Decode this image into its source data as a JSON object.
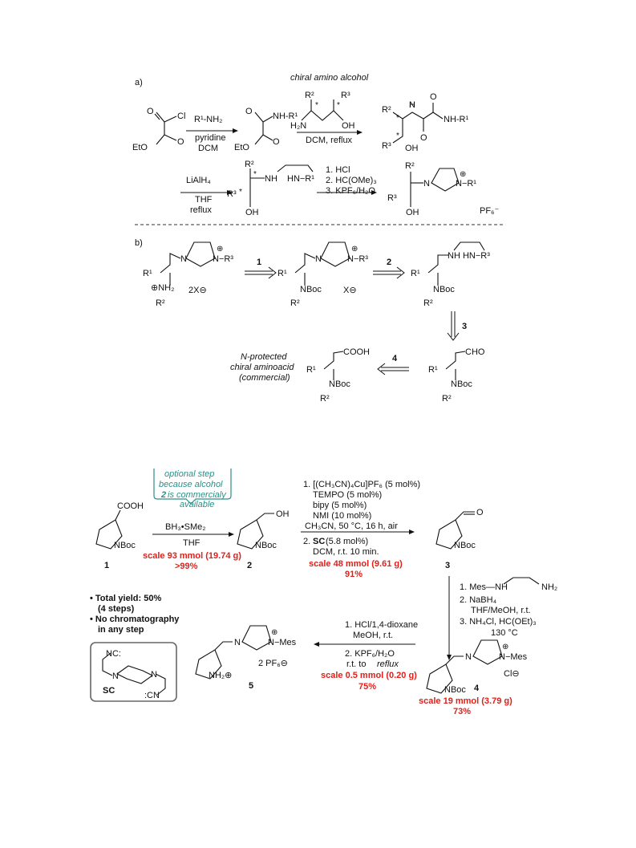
{
  "panel_a": {
    "label": "a)",
    "header": "chiral amino alcohol",
    "r1nh2": "R¹-NH₂",
    "pyridine": "pyridine",
    "dcm": "DCM",
    "cl": "Cl",
    "eto": "EtO",
    "nhr1": "NH-R¹",
    "h2n": "H₂N",
    "oh": "OH",
    "r2": "R²",
    "r3": "R³",
    "dcm_reflux": "DCM, reflux",
    "h": "H",
    "lialh4": "LiAlH₄",
    "thf": "THF",
    "reflux": "reflux",
    "nh": "NH",
    "hnr1": "HN−R¹",
    "step1": "1. HCl",
    "step2": "2. HC(OMe)₃",
    "step3": "3. KPF₆/H₂O",
    "nr1plus": "N−R¹",
    "n": "N",
    "pf6": "PF₆⁻"
  },
  "panel_b": {
    "label": "b)",
    "r1": "R¹",
    "r2": "R²",
    "r3": "N−R³",
    "nh2": "⊕NH₂",
    "x2": "2X⊖",
    "x": "X⊖",
    "nboc": "NBoc",
    "arrow1": "1",
    "arrow2": "2",
    "arrow3": "3",
    "arrow4": "4",
    "nh_hn": "NH  HN−R³",
    "cho": "CHO",
    "cooh": "COOH",
    "note1": "N-protected",
    "note2": "chiral aminoacid",
    "note3": "(commercial)"
  },
  "scheme": {
    "optional1": "optional step",
    "optional2": "because alcohol",
    "optional3": "2",
    "optional3b": " is commercialy",
    "optional4": "available",
    "cooh": "COOH",
    "nboc": "NBoc",
    "c1": "1",
    "bh3": "BH₃•SMe₂",
    "thf": "THF",
    "scale1": "scale 93 mmol (19.74 g)",
    "yield1": ">99%",
    "oh": "OH",
    "c2": "2",
    "cond1": "1. [(CH₃CN)₄Cu]PF₆ (5 mol%)",
    "cond2": "TEMPO (5 mol%)",
    "cond3": "bipy (5 mol%)",
    "cond4": "NMI (10 mol%)",
    "cond5": "CH₃CN, 50 °C, 16 h, air",
    "cond6a": "2. ",
    "cond6b": "SC",
    "cond6c": " (5.8 mol%)",
    "cond7": "DCM, r.t. 10 min.",
    "scale2": "scale 48 mmol (9.61 g)",
    "yield2": "91%",
    "o": "O",
    "c3": "3",
    "mes_amine": "1. Mes—NH",
    "nh2": "NH₂",
    "nabh4": "2. NaBH₄",
    "thfmeoh": "THF/MeOH, r.t.",
    "nh4cl": "3. NH₄Cl, HC(OEt)₃",
    "temp": "130 °C",
    "mes": "N−Mes",
    "cl": "Cl⊖",
    "c4": "4",
    "scale4": "scale 19 mmol (3.79 g)",
    "yield4": "73%",
    "hcl": "1. HCl/1,4-dioxane",
    "meoh": "MeOH, r.t.",
    "kpf6": "2. KPF₆/H₂O",
    "rt": "r.t. to ",
    "reflux": "reflux",
    "scale5": "scale 0.5 mmol (0.20 g)",
    "yield5": "75%",
    "mes5": "N−Mes",
    "nh2plus": "NH₂⊕",
    "pf6": "2 PF₆⊖",
    "c5": "5",
    "total": "• Total yield: 50%",
    "steps": "(4 steps)",
    "nochrom": "• No chromatography",
    "anystep": "in any step",
    "nc": "NC:",
    "cn": ":CN",
    "sc": "SC",
    "n": "N"
  }
}
